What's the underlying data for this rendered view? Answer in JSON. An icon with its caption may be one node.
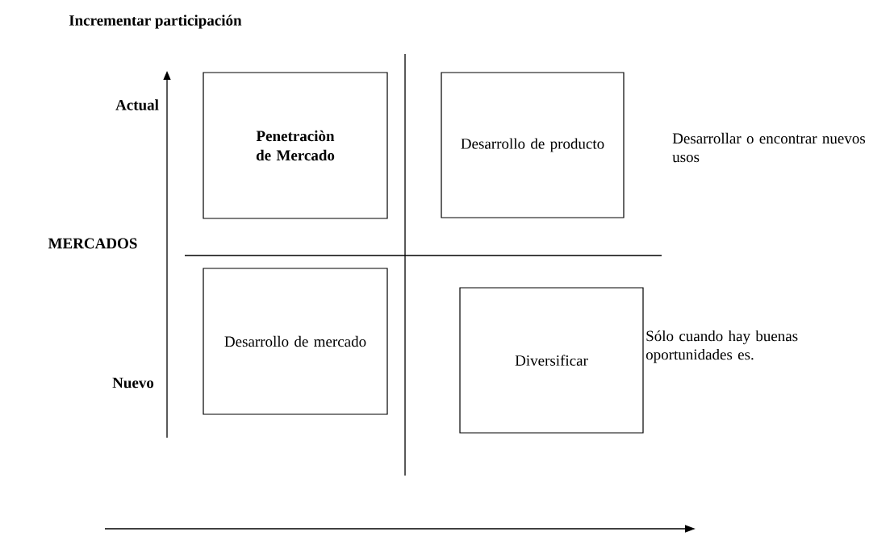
{
  "diagram": {
    "title": "Incrementar participación",
    "nodes": [
      {
        "text": [
          "Penetraciòn de Mercado"
        ]
      },
      {
        "text": [
          "Desarrollo de producto"
        ],
        "beside": [
          "Desarrollar o encontrar nuevos usos"
        ]
      },
      {
        "text": [
          "Desarrollo de mercado"
        ]
      },
      {
        "text": [
          "Diversificar"
        ],
        "beside": [
          "Sólo cuando hay buenas oportunidades es."
        ]
      }
    ],
    "edges": [],
    "labels": [
      "Actual",
      "MERCADOS",
      "Nuevo"
    ]
  }
}
